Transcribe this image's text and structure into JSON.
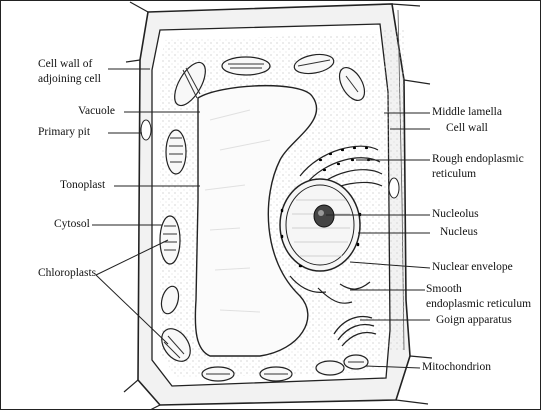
{
  "diagram": {
    "labels": {
      "cell_wall_adjoining_1": "Cell wall of",
      "cell_wall_adjoining_2": "adjoining cell",
      "vacuole": "Vacuole",
      "primary_pit": "Primary pit",
      "tonoplast": "Tonoplast",
      "cytosol": "Cytosol",
      "chloroplasts": "Chloroplasts",
      "middle_lamella": "Middle lamella",
      "cell_wall": "Cell wall",
      "rough_er_1": "Rough endoplasmic",
      "rough_er_2": "reticulum",
      "nucleolus": "Nucleolus",
      "nucleus": "Nucleus",
      "nuclear_envelope": "Nuclear envelope",
      "smooth_er_1": "Smooth",
      "smooth_er_2": "endoplasmic reticulum",
      "golgi": "Goign apparatus",
      "mitochondrion": "Mitochondrion"
    },
    "colors": {
      "ink": "#222222",
      "stipple": "#cfcfcf",
      "wall": "#eeeeee"
    }
  }
}
